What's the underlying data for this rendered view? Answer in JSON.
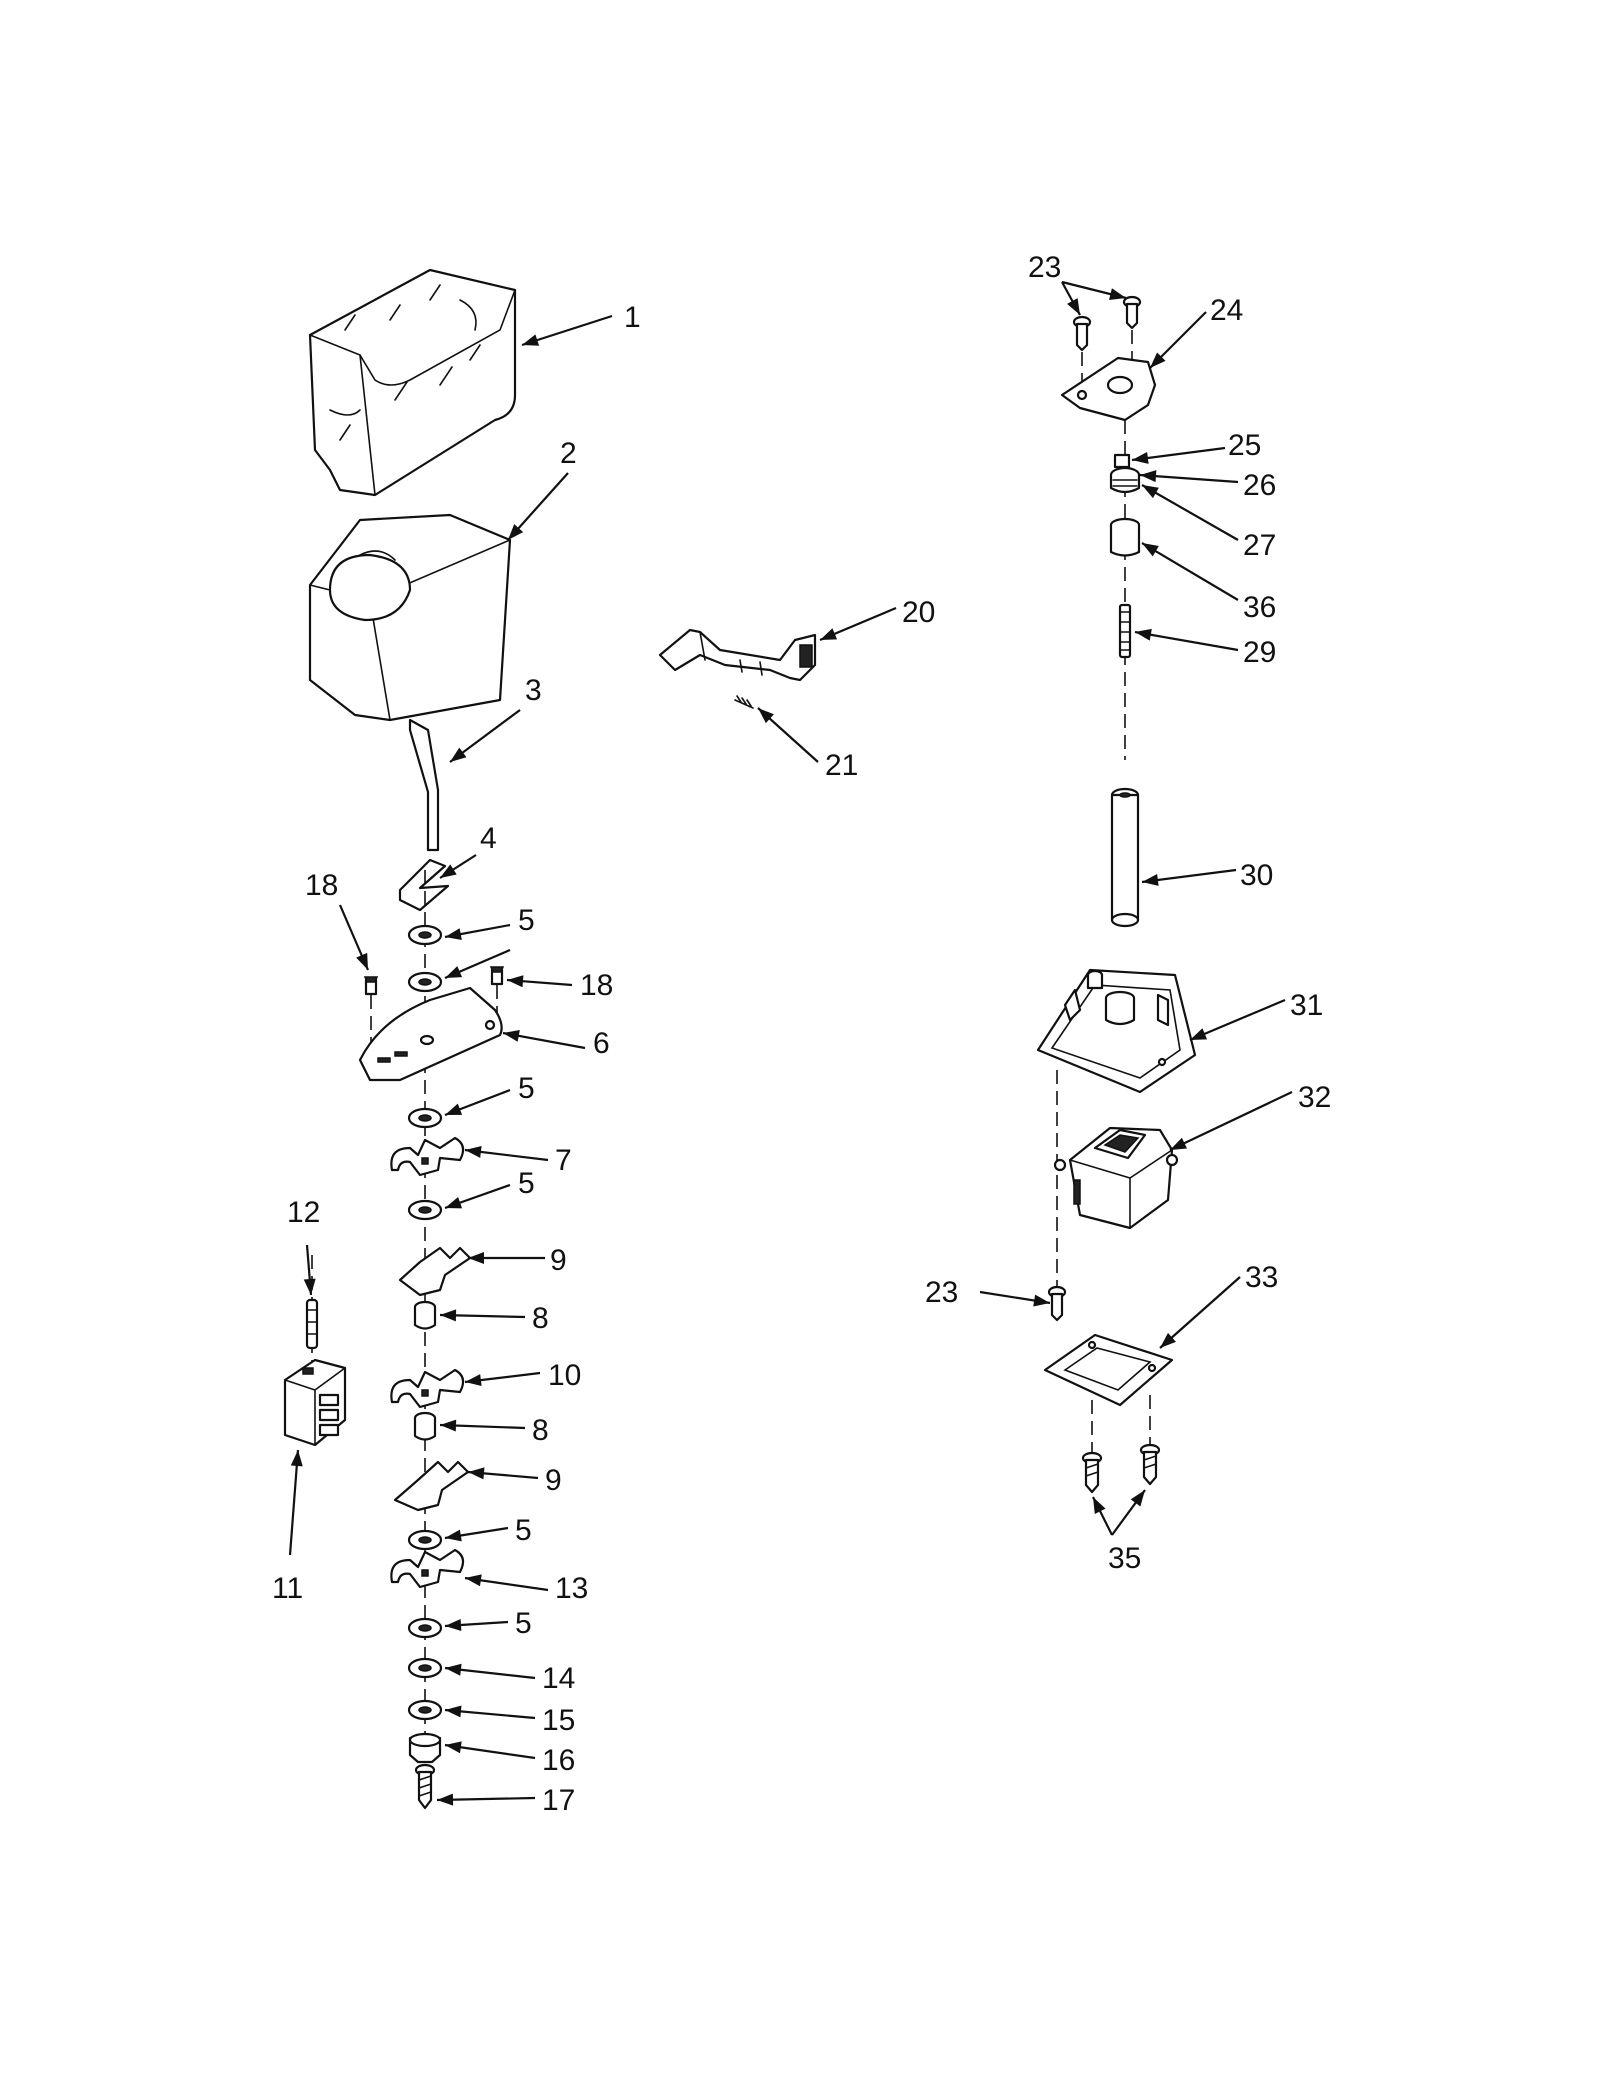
{
  "diagram": {
    "type": "exploded-parts-view",
    "callouts": [
      {
        "key": "c1",
        "label": "1"
      },
      {
        "key": "c2",
        "label": "2"
      },
      {
        "key": "c3",
        "label": "3"
      },
      {
        "key": "c4",
        "label": "4"
      },
      {
        "key": "c5a",
        "label": "5"
      },
      {
        "key": "c18a",
        "label": "18"
      },
      {
        "key": "c18b",
        "label": "18"
      },
      {
        "key": "c6",
        "label": "6"
      },
      {
        "key": "c5b",
        "label": "5"
      },
      {
        "key": "c7",
        "label": "7"
      },
      {
        "key": "c5c",
        "label": "5"
      },
      {
        "key": "c12",
        "label": "12"
      },
      {
        "key": "c9a",
        "label": "9"
      },
      {
        "key": "c8a",
        "label": "8"
      },
      {
        "key": "c10",
        "label": "10"
      },
      {
        "key": "c8b",
        "label": "8"
      },
      {
        "key": "c9b",
        "label": "9"
      },
      {
        "key": "c11",
        "label": "11"
      },
      {
        "key": "c5d",
        "label": "5"
      },
      {
        "key": "c13",
        "label": "13"
      },
      {
        "key": "c5e",
        "label": "5"
      },
      {
        "key": "c14",
        "label": "14"
      },
      {
        "key": "c15",
        "label": "15"
      },
      {
        "key": "c16",
        "label": "16"
      },
      {
        "key": "c17",
        "label": "17"
      },
      {
        "key": "c20",
        "label": "20"
      },
      {
        "key": "c21",
        "label": "21"
      },
      {
        "key": "c23a",
        "label": "23"
      },
      {
        "key": "c24",
        "label": "24"
      },
      {
        "key": "c25",
        "label": "25"
      },
      {
        "key": "c26",
        "label": "26"
      },
      {
        "key": "c27",
        "label": "27"
      },
      {
        "key": "c36",
        "label": "36"
      },
      {
        "key": "c29",
        "label": "29"
      },
      {
        "key": "c30",
        "label": "30"
      },
      {
        "key": "c31",
        "label": "31"
      },
      {
        "key": "c32",
        "label": "32"
      },
      {
        "key": "c23b",
        "label": "23"
      },
      {
        "key": "c33",
        "label": "33"
      },
      {
        "key": "c35",
        "label": "35"
      }
    ]
  }
}
